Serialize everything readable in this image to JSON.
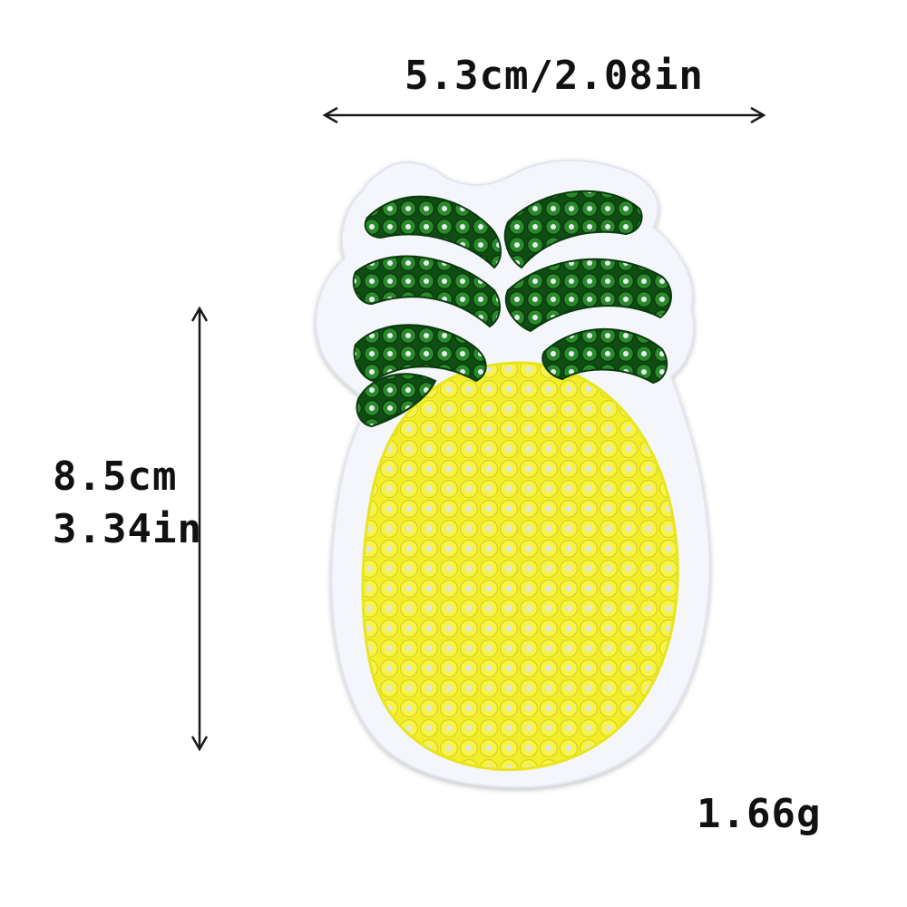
{
  "dimensions": {
    "width_text": "5.3cm/2.08in",
    "height_text_cm": "8.5cm",
    "height_text_in": "3.34in",
    "weight_text": "1.66g"
  },
  "patch": {
    "subject": "pineapple sequin patch",
    "colors": {
      "felt_backing": "#f4f6fb",
      "crown_sequins": "#1f6b1f",
      "crown_dark": "#0e4410",
      "body_sequins": "#f2ef2a",
      "body_shadow": "#d7d41c",
      "sequin_hole": "#d8dde3"
    }
  },
  "arrow_color": "#1a1a1a"
}
